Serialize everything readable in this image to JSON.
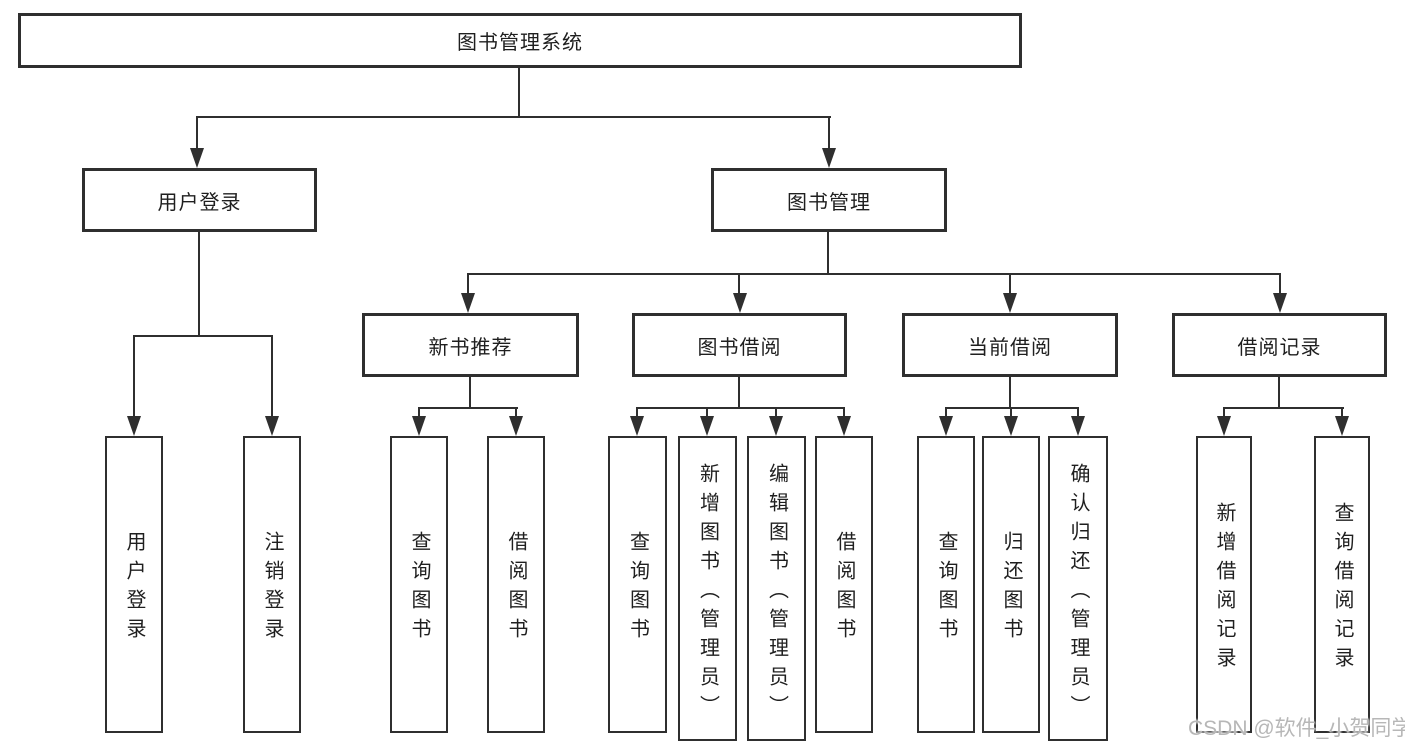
{
  "nodes": {
    "root": "图书管理系统",
    "l2": [
      "用户登录",
      "图书管理"
    ],
    "l3": [
      "新书推荐",
      "图书借阅",
      "当前借阅",
      "借阅记录"
    ],
    "leaves": [
      "用户登录",
      "注销登录",
      "查询图书",
      "借阅图书",
      "查询图书",
      "新增图书（管理员）",
      "编辑图书（管理员）",
      "借阅图书",
      "查询图书",
      "归还图书",
      "确认归还（管理员）",
      "新增借阅记录",
      "查询借阅记录"
    ]
  },
  "watermark": "CSDN @软件_小贺同学",
  "colors": {
    "line": "#2f2f2f",
    "text": "#1f1f1f",
    "watermark": "#b7b7b7",
    "background": "#ffffff"
  }
}
